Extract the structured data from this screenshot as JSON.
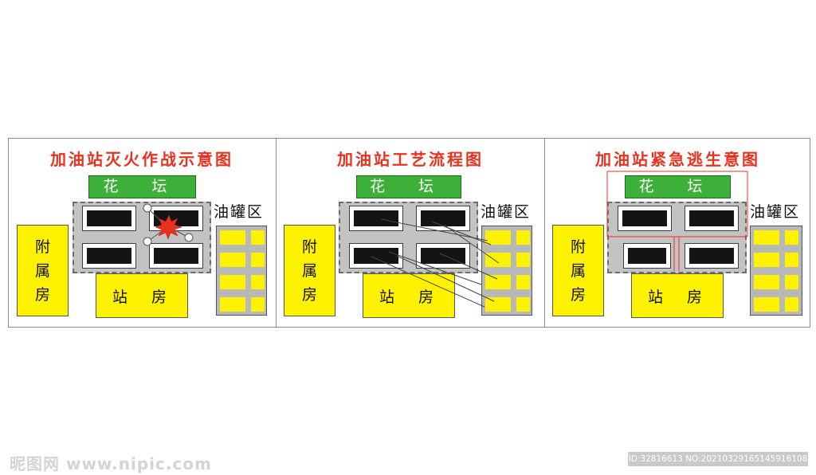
{
  "panels": [
    {
      "title": "加油站灭火作战示意图",
      "garden": "花 坛",
      "annex": "附\n属\n房",
      "station": "站  房",
      "tank_area": "油罐区"
    },
    {
      "title": "加油站工艺流程图",
      "garden": "花 坛",
      "annex": "附\n属\n房",
      "station": "站  房",
      "tank_area": "油罐区"
    },
    {
      "title": "加油站紧急逃生意图",
      "garden": "花 坛",
      "annex": "附\n属\n房",
      "station": "站  房",
      "tank_area": "油罐区"
    }
  ],
  "colors": {
    "title": "#e8321e",
    "garden": "#3db03a",
    "building": "#fff200",
    "lot": "#c3c3c3",
    "fire": "#e8321e",
    "escape_route": "#e8321e"
  },
  "icons": {
    "fire": "fire-burst-icon"
  },
  "watermark": {
    "left": "昵图网 www.nipic.com",
    "right": "ID:32816613 NO:20210329165145916108"
  }
}
